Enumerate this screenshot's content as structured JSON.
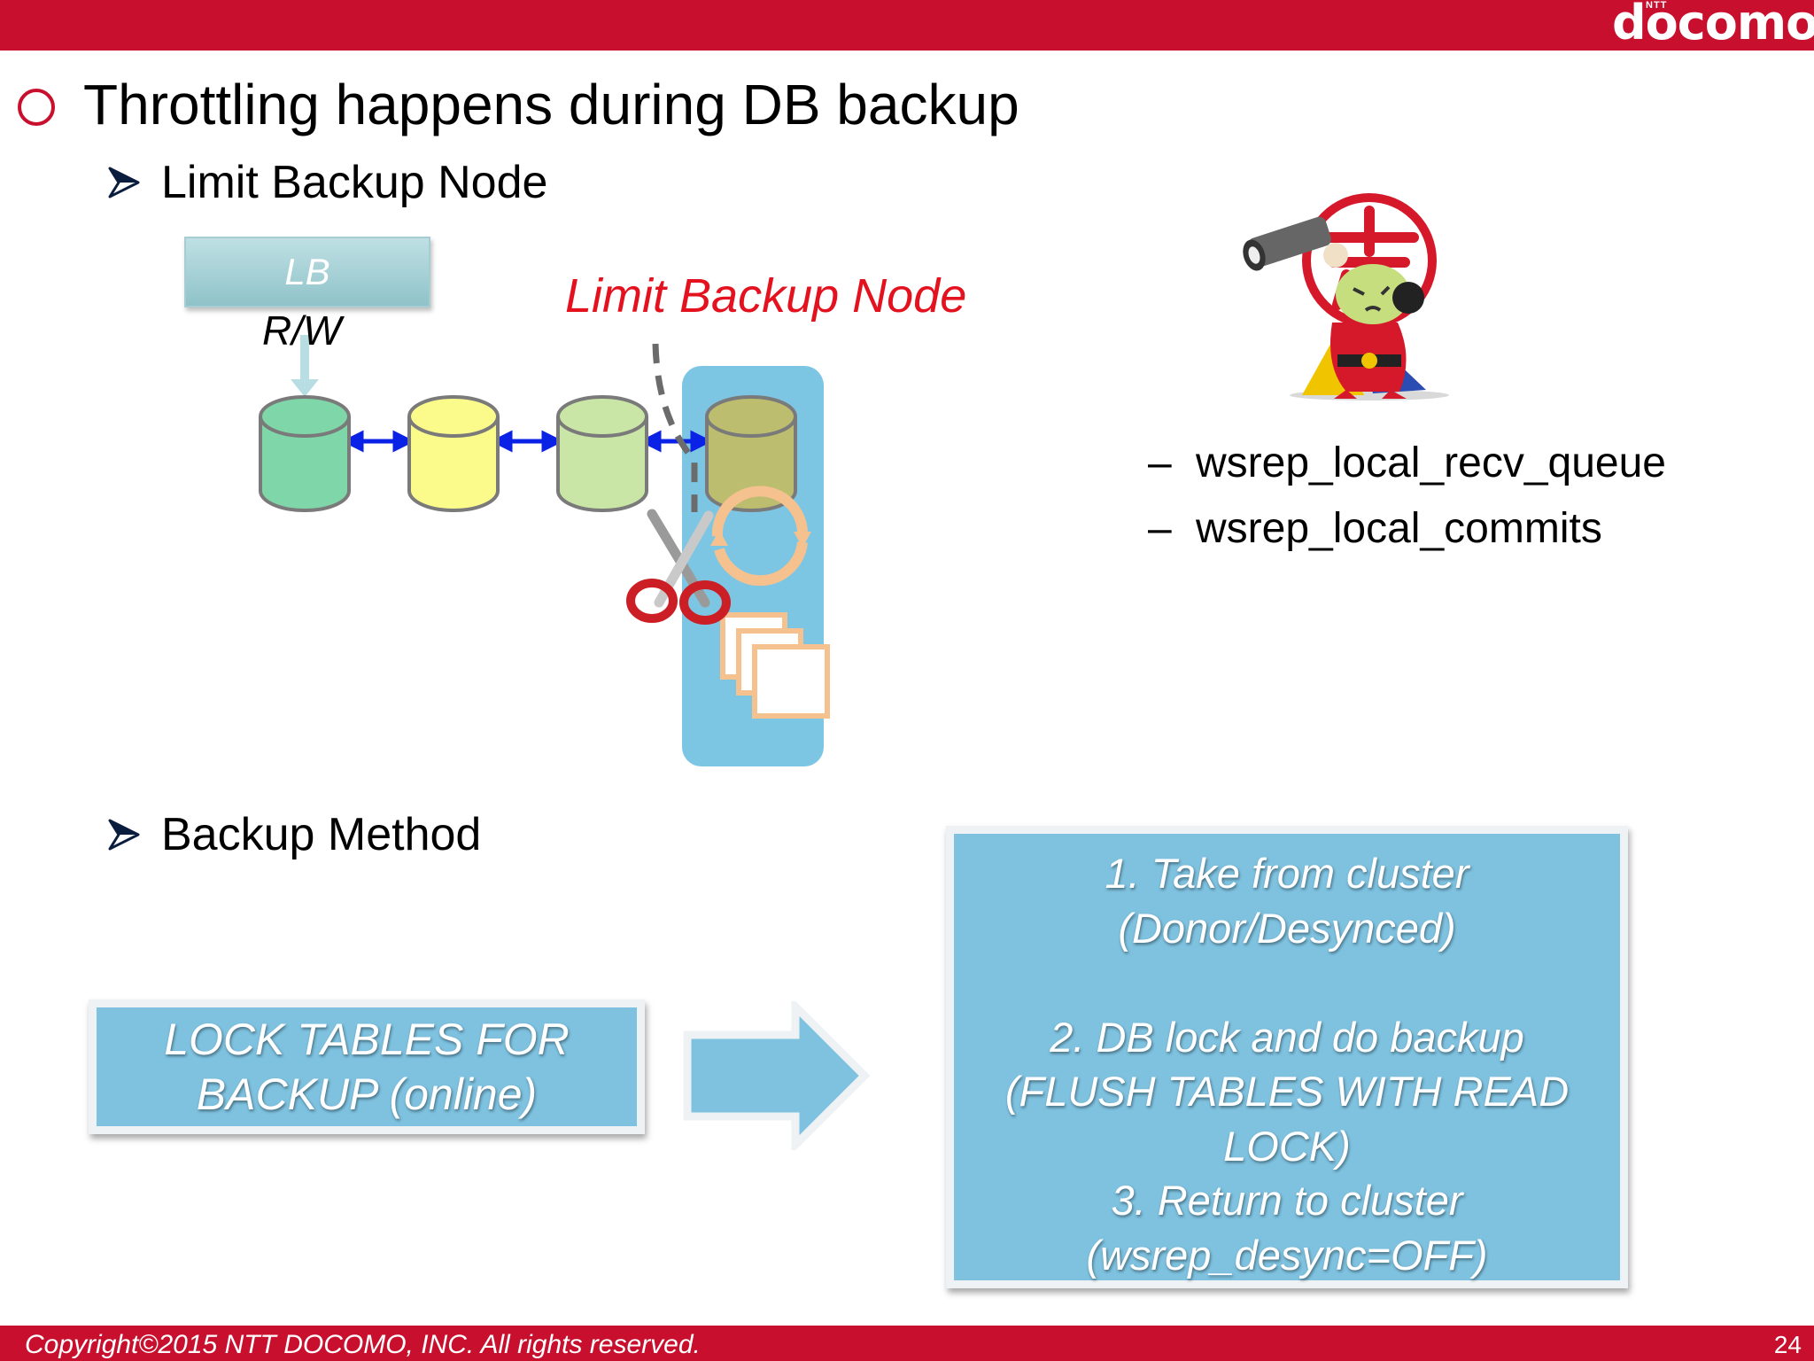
{
  "header": {
    "logo_ntt": "NTT",
    "logo_text": "docomo"
  },
  "title": "Throttling happens during DB backup",
  "section1": {
    "heading": "Limit Backup Node",
    "lb_label": "LB",
    "rw_label": "R/W",
    "callout": "Limit Backup Node",
    "db_colors": [
      "#7fd6a8",
      "#fbfb8c",
      "#c9e6a6",
      "#bcbd6e"
    ],
    "metrics": [
      "wsrep_local_recv_queue",
      "wsrep_local_commits"
    ],
    "metric_dash": "–"
  },
  "section2": {
    "heading": "Backup Method",
    "lock_box_lines": [
      "LOCK TABLES FOR",
      "BACKUP (online)"
    ],
    "steps": [
      "1. Take from cluster",
      "(Donor/Desynced)",
      "",
      "2. DB lock and do backup",
      "(FLUSH TABLES WITH READ",
      "LOCK)",
      "3. Return to cluster",
      "(wsrep_desync=OFF)"
    ]
  },
  "footer": {
    "copyright": "Copyright©2015 NTT DOCOMO, INC. All rights reserved.",
    "page": "24"
  },
  "colors": {
    "brand_red": "#c8102e",
    "callout_red": "#e3121e",
    "box_blue": "#7ec2e0",
    "panel_blue": "#7cc6e4",
    "arrow_blue": "#0a21e6"
  }
}
